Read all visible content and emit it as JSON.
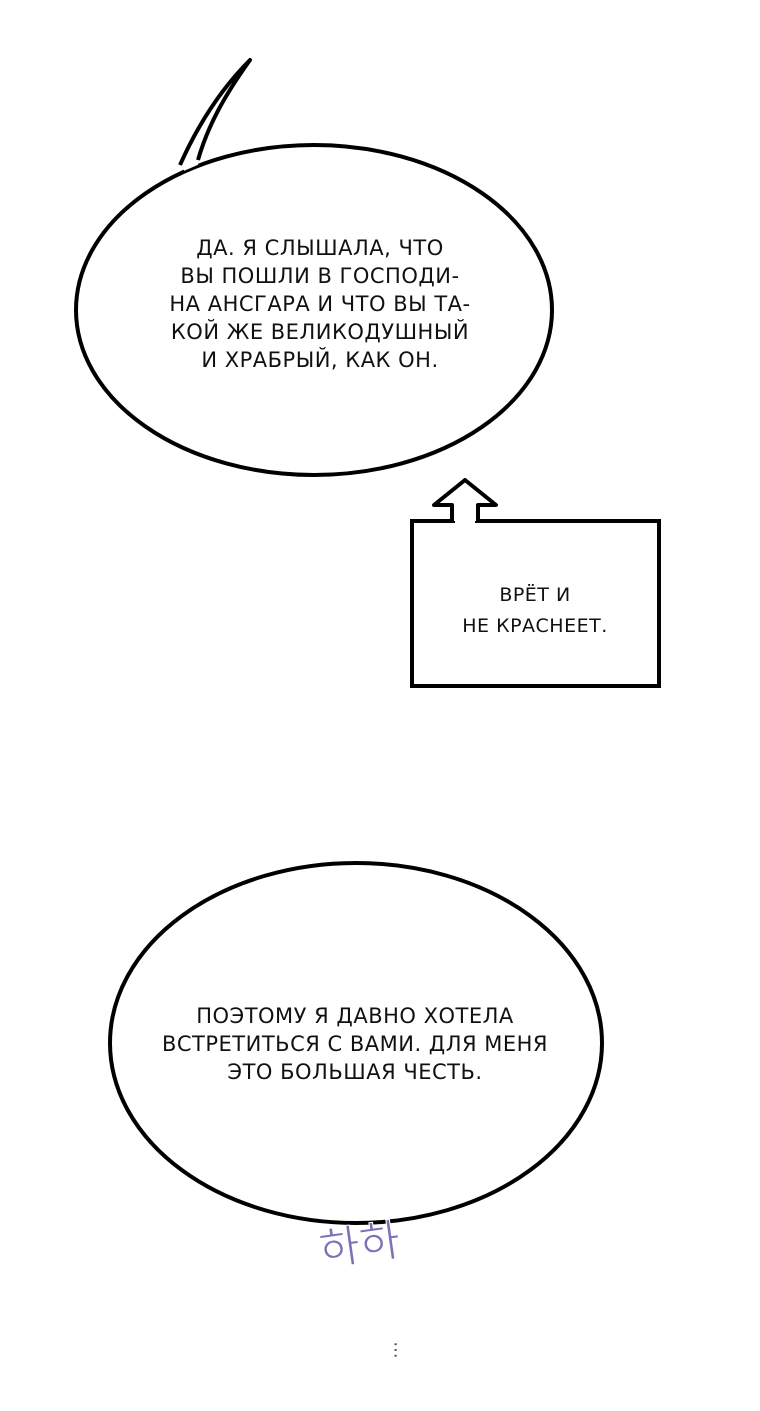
{
  "panel": {
    "bubble_1": {
      "text": "ДА. Я СЛЫШАЛА, ЧТО\nВЫ ПОШЛИ В ГОСПОДИ-\nНА АНСГАРА И ЧТО ВЫ ТА-\nКОЙ ЖЕ ВЕЛИКОДУШНЫЙ\nИ ХРАБРЫЙ, КАК ОН."
    },
    "caption_box": {
      "text": "ВРЁТ И\nНЕ КРАСНЕЕТ."
    },
    "bubble_2": {
      "text": "ПОЭТОМУ Я ДАВНО ХОТЕЛА\nВСТРЕТИТЬСЯ С ВАМИ. ДЛЯ МЕНЯ\nЭТО БОЛЬШАЯ ЧЕСТЬ."
    },
    "sfx": {
      "text": "하하",
      "color": "#7a72b8"
    },
    "ellipsis": {
      "text": "···"
    }
  }
}
